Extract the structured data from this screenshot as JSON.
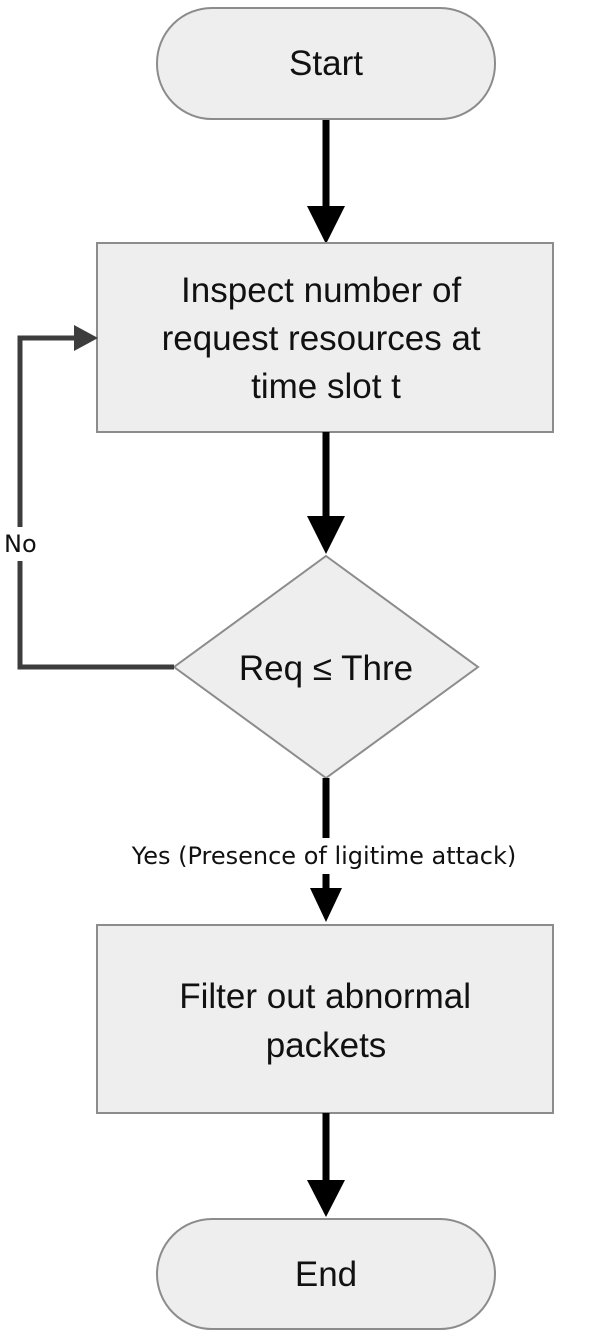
{
  "diagram": {
    "type": "flowchart",
    "nodes": {
      "start": {
        "shape": "terminal",
        "label": "Start"
      },
      "inspect": {
        "shape": "process",
        "lines": [
          "Inspect number of",
          "request resources at",
          "time slot t"
        ]
      },
      "decision": {
        "shape": "decision",
        "label": "Req ≤  Thre"
      },
      "filter": {
        "shape": "process",
        "lines": [
          "Filter out abnormal",
          "packets"
        ]
      },
      "end": {
        "shape": "terminal",
        "label": "End"
      }
    },
    "edges": {
      "no_label": "No",
      "yes_label": "Yes (Presence of ligitime attack)"
    },
    "colors": {
      "node_fill": "#eeeeee",
      "node_stroke": "#8c8c8c",
      "arrow": "#000000",
      "loop_arrow": "#3d3d3d",
      "text": "#111111"
    }
  }
}
